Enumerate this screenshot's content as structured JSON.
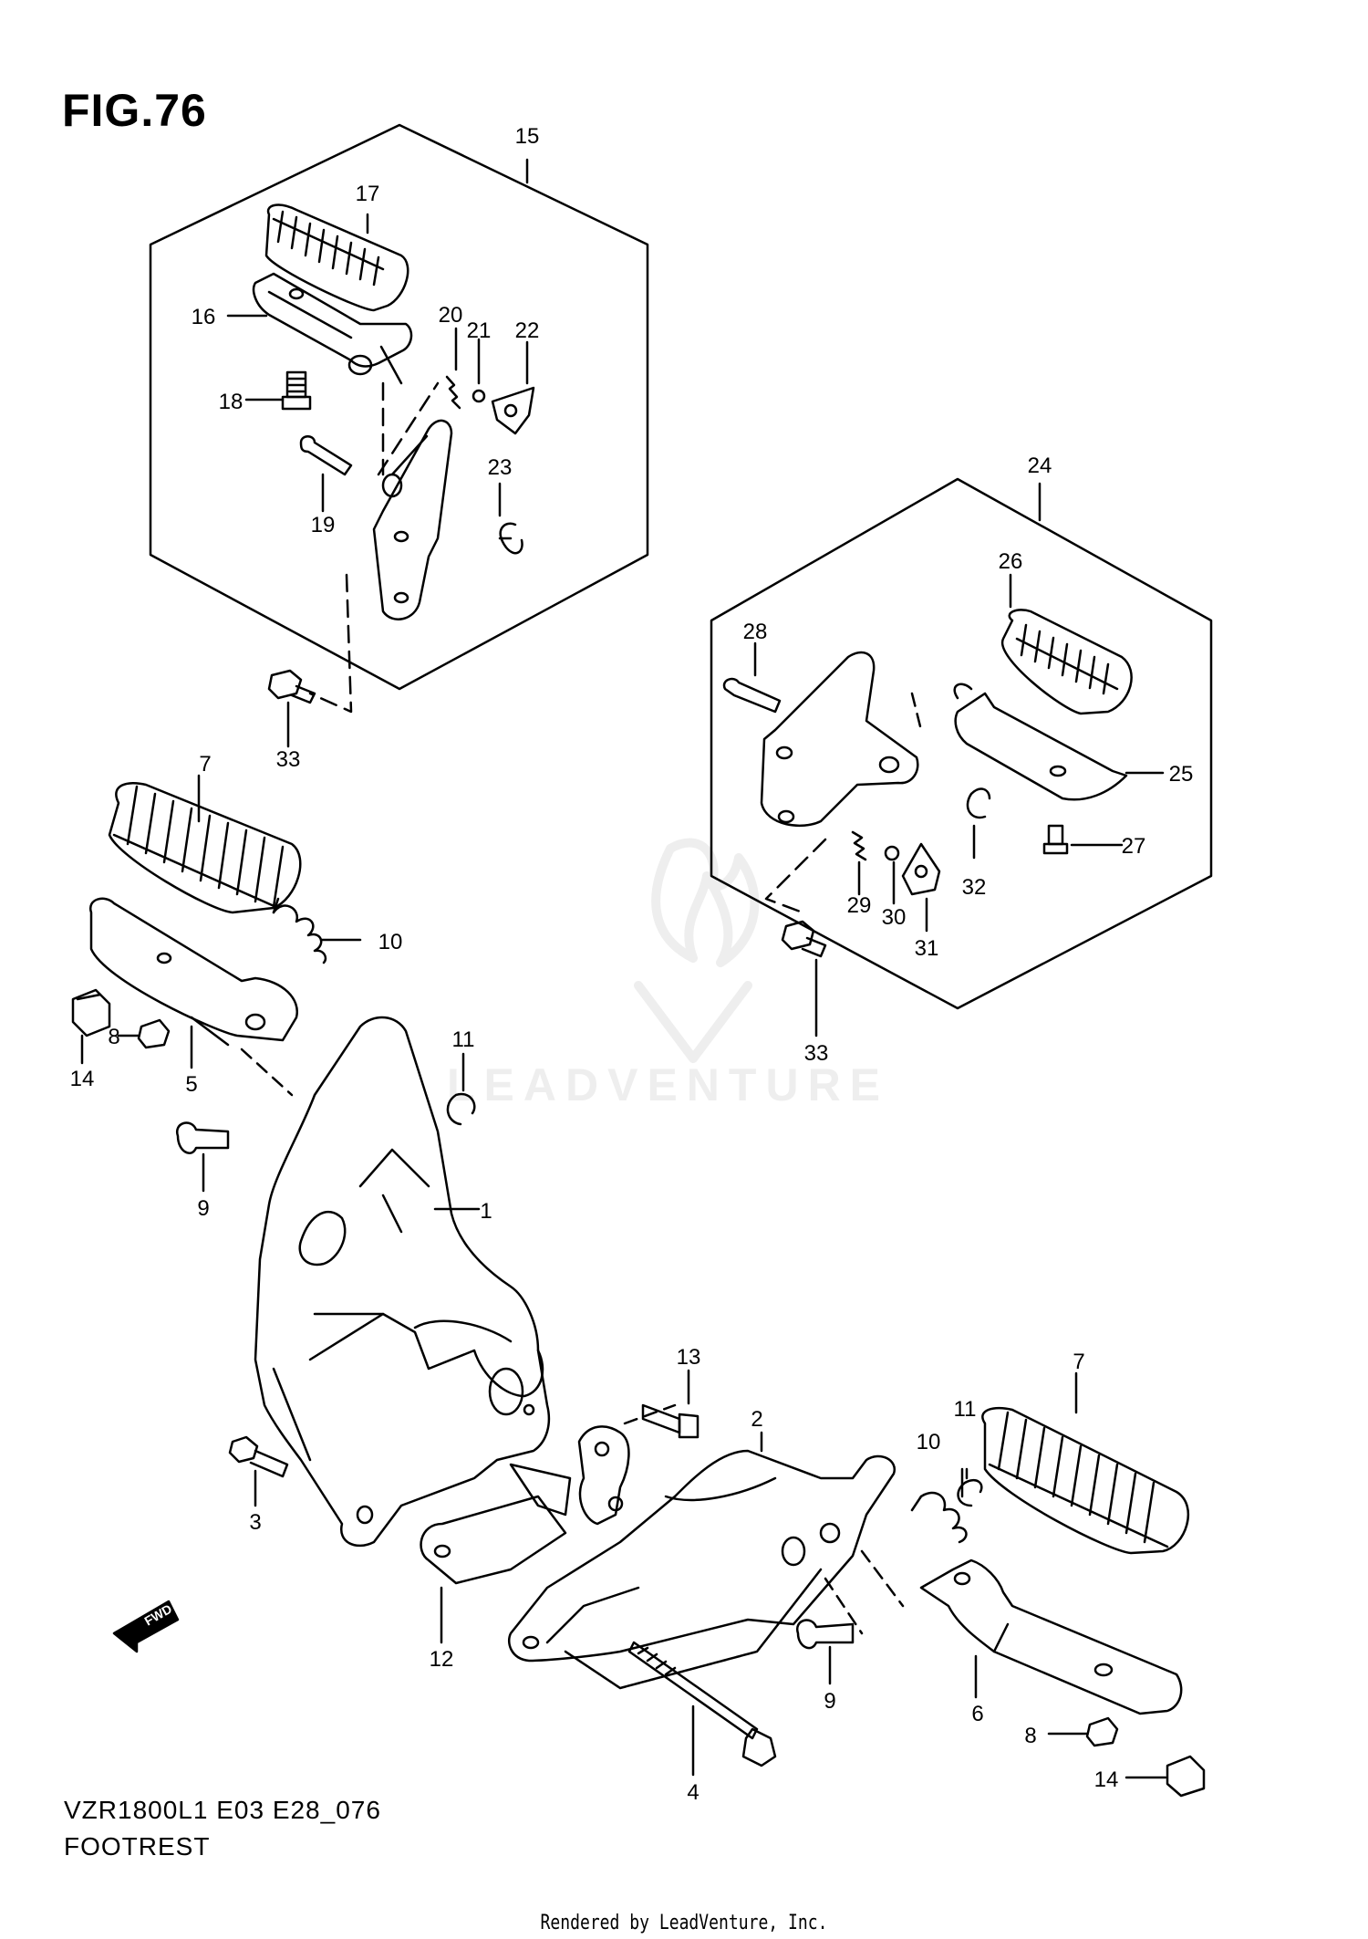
{
  "figure_title": "FIG.76",
  "model_code": "VZR1800L1 E03 E28_076",
  "section_name": "FOOTREST",
  "watermark_text": "LEADVENTURE",
  "footer_credit": "Rendered by LeadVenture, Inc.",
  "callouts": [
    "1",
    "2",
    "3",
    "4",
    "5",
    "6",
    "7",
    "7",
    "8",
    "8",
    "9",
    "9",
    "10",
    "10",
    "11",
    "11",
    "12",
    "13",
    "14",
    "14",
    "15",
    "16",
    "17",
    "18",
    "19",
    "20",
    "21",
    "22",
    "23",
    "24",
    "25",
    "26",
    "27",
    "28",
    "29",
    "30",
    "31",
    "32",
    "33",
    "33"
  ],
  "fwd_label": "FWD",
  "colors": {
    "line": "#000000",
    "watermark": "#eeeeee",
    "background": "#ffffff"
  }
}
